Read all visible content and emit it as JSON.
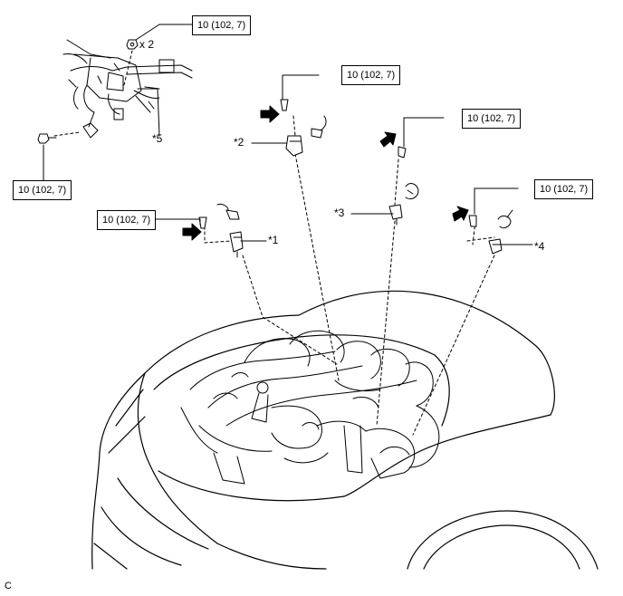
{
  "torques": {
    "harness_bolts": "10 (102, 7)",
    "harness_left": "10 (102, 7)",
    "sensor_1": "10 (102, 7)",
    "sensor_2": "10 (102, 7)",
    "sensor_3": "10 (102, 7)",
    "sensor_4": "10 (102, 7)"
  },
  "quantity": "x 2",
  "callouts": {
    "c1": "*1",
    "c2": "*2",
    "c3": "*3",
    "c4": "*4",
    "c5": "*5"
  },
  "figure_code": "C",
  "colors": {
    "line": "#000000",
    "background": "#ffffff"
  }
}
